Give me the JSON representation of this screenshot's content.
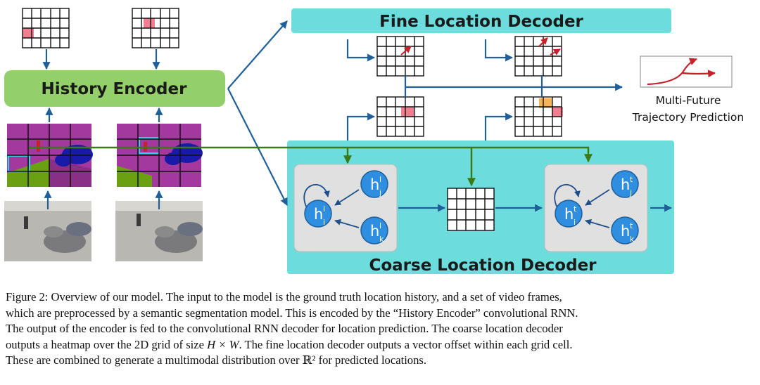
{
  "figure": {
    "history_encoder_label": "History Encoder",
    "fine_decoder_label": "Fine Location Decoder",
    "coarse_decoder_label": "Coarse Location Decoder",
    "output_label_line1": "Multi-Future",
    "output_label_line2": "Trajectory Prediction",
    "hidden_states_left": [
      {
        "base": "h",
        "sup": "l",
        "sub": "j"
      },
      {
        "base": "h",
        "sup": "l",
        "sub": "i"
      },
      {
        "base": "h",
        "sup": "l",
        "sub": "k"
      }
    ],
    "hidden_states_right": [
      {
        "base": "h",
        "sup": "t",
        "sub": "j"
      },
      {
        "base": "h",
        "sup": "t",
        "sub": "i"
      },
      {
        "base": "h",
        "sup": "t",
        "sub": "k"
      }
    ],
    "colors": {
      "encoder_green": "#93d06a",
      "decoder_cyan": "#6cdcdc",
      "arrow_blue": "#1f5f9a",
      "path_green": "#3a7a16",
      "node_blue": "#2f8ee0",
      "highlight_pink": "#f08090",
      "highlight_orange": "#f5b45a",
      "trajectory_red": "#c8202a"
    }
  },
  "caption": {
    "line1": "Figure 2: Overview of our model. The input to the model is the ground truth location history, and a set of video frames,",
    "line2": "which are preprocessed by a semantic segmentation model. This is encoded by the “History Encoder” convolutional RNN.",
    "line3": "The output of the encoder is fed to the convolutional RNN decoder for location prediction. The coarse location decoder",
    "line4_pre": "outputs a heatmap over the 2D grid of size",
    "line4_math": "H × W",
    "line4_post": ". The fine location decoder outputs a vector offset within each grid cell.",
    "line5_pre": "These are combined to generate a multimodal distribution over",
    "line5_math": "ℝ²",
    "line5_post": "for predicted locations."
  }
}
